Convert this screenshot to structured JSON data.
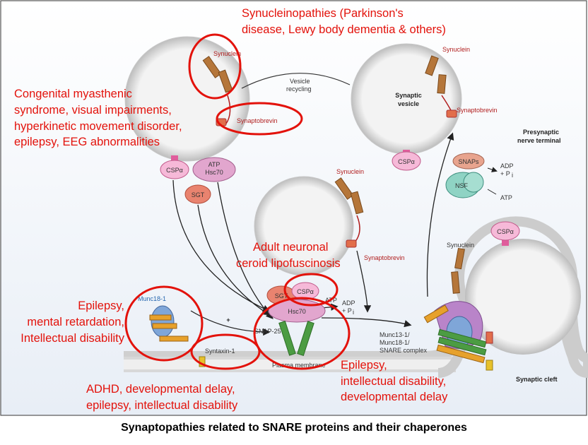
{
  "caption": "Synaptopathies related to SNARE proteins and their chaperones",
  "disease_labels": {
    "synucleinopathies": [
      "Synucleinopathies (Parkinson's",
      "disease, Lewy body dementia & others)"
    ],
    "congenital": [
      "Congenital myasthenic",
      "syndrome, visual impairments,",
      "hyperkinetic movement disorder,",
      "epilepsy, EEG abnormalities"
    ],
    "ancl": [
      "Adult neuronal",
      "ceroid lipofuscinosis"
    ],
    "epilepsy_mental": [
      "Epilepsy,",
      "mental retardation,",
      "Intellectual disability"
    ],
    "adhd": [
      "ADHD, developmental delay,",
      "epilepsy, intellectual disability"
    ],
    "epilepsy_dev": [
      "Epilepsy,",
      "intellectual disability,",
      "developmental delay"
    ]
  },
  "molecules": {
    "synuclein": "Synuclein",
    "synaptobrevin": "Synaptobrevin",
    "cspa": "CSPα",
    "atp": "ATP",
    "hsc70": "Hsc70",
    "sgt": "SGT",
    "snaps": "SNAPs",
    "nsf": "NSF",
    "munc18": "Munc18-1",
    "syntaxin": "Syntaxin-1",
    "snap25": "SNAP-25",
    "atp_short": "ATP",
    "adp": "ADP",
    "pi": "+ P",
    "pi_sub": "i"
  },
  "structure_labels": {
    "vesicle_recycling": [
      "Vesicle",
      "recycling"
    ],
    "synaptic_vesicle": [
      "Synaptic",
      "vesicle"
    ],
    "presynaptic": [
      "Presynaptic",
      "nerve terminal"
    ],
    "plus": "+",
    "plasma_membrane": "Plasma membrane",
    "complex": [
      "Munc13-1/",
      "Munc18-1/",
      "SNARE complex"
    ],
    "synaptic_cleft": "Synaptic cleft"
  }
}
